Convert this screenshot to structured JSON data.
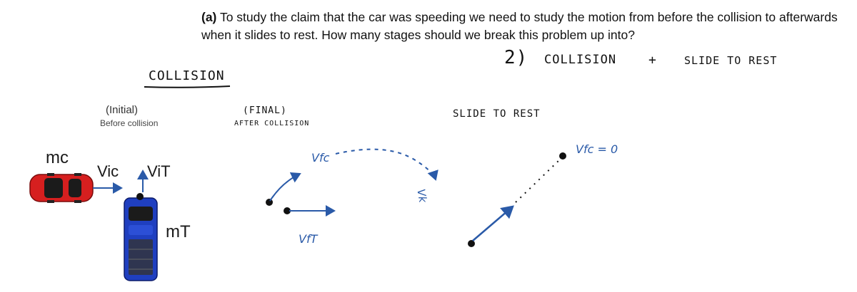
{
  "question": {
    "part_label": "(a)",
    "text": "To study the claim that the car was speeding we need to study the motion from before the collision to afterwards when it slides to rest.  How many stages should we break this problem up into?"
  },
  "answer": {
    "number": "2)",
    "stage1": "COLLISION",
    "plus": "+",
    "stage2": "SLIDE TO REST"
  },
  "sections": {
    "collision_heading": "COLLISION",
    "initial_label": "(Initial)",
    "before_collision": "Before collision",
    "final_label": "(FINAL)",
    "after_collision": "AFTER COLLISION",
    "slide_heading": "SLIDE TO REST"
  },
  "labels": {
    "mass_car": "mc",
    "mass_truck": "mT",
    "v_ic": "Vic",
    "v_it": "ViT",
    "v_fc": "Vfc",
    "v_ft": "VfT",
    "v_k": "Vk",
    "v_fc_zero": "Vfc = 0"
  },
  "colors": {
    "car": "#d61f1f",
    "truck": "#1f3fc0",
    "vector": "#2a5aa8",
    "ink": "#111111"
  }
}
